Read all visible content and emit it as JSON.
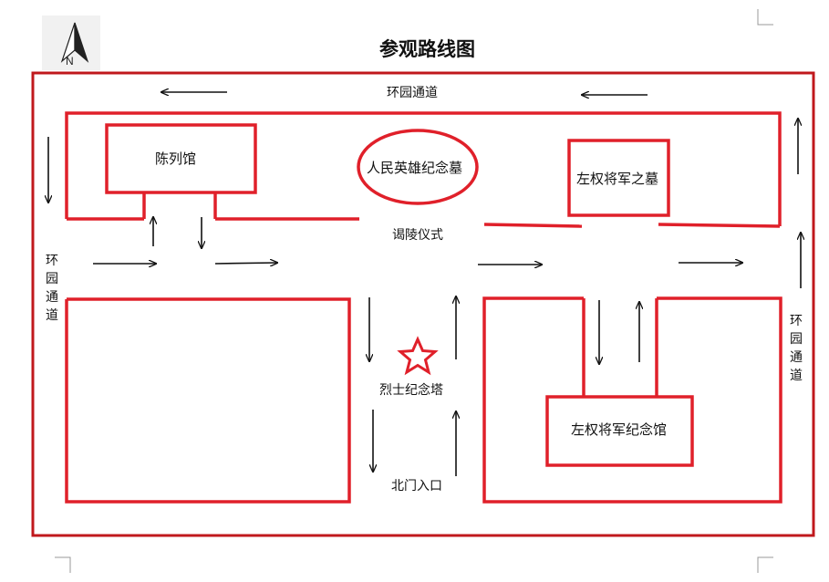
{
  "title": "参观路线图",
  "compass": {
    "letter": "N",
    "icon": "north-arrow-icon"
  },
  "labels": {
    "top_road": "环园通道",
    "left_road": [
      "环",
      "园",
      "通",
      "道"
    ],
    "right_road": [
      "环",
      "园",
      "通",
      "道"
    ],
    "exhibition_hall": "陈列馆",
    "heroes_tomb": "人民英雄纪念墓",
    "general_tomb": "左权将军之墓",
    "ceremony": "谒陵仪式",
    "martyrs_tower": "烈士纪念塔",
    "memorial_hall": "左权将军纪念馆",
    "north_gate": "北门入口"
  },
  "colors": {
    "wall": "#e0202a",
    "border": "#c0181c",
    "arrow": "#111111",
    "star": "#e0202a"
  }
}
